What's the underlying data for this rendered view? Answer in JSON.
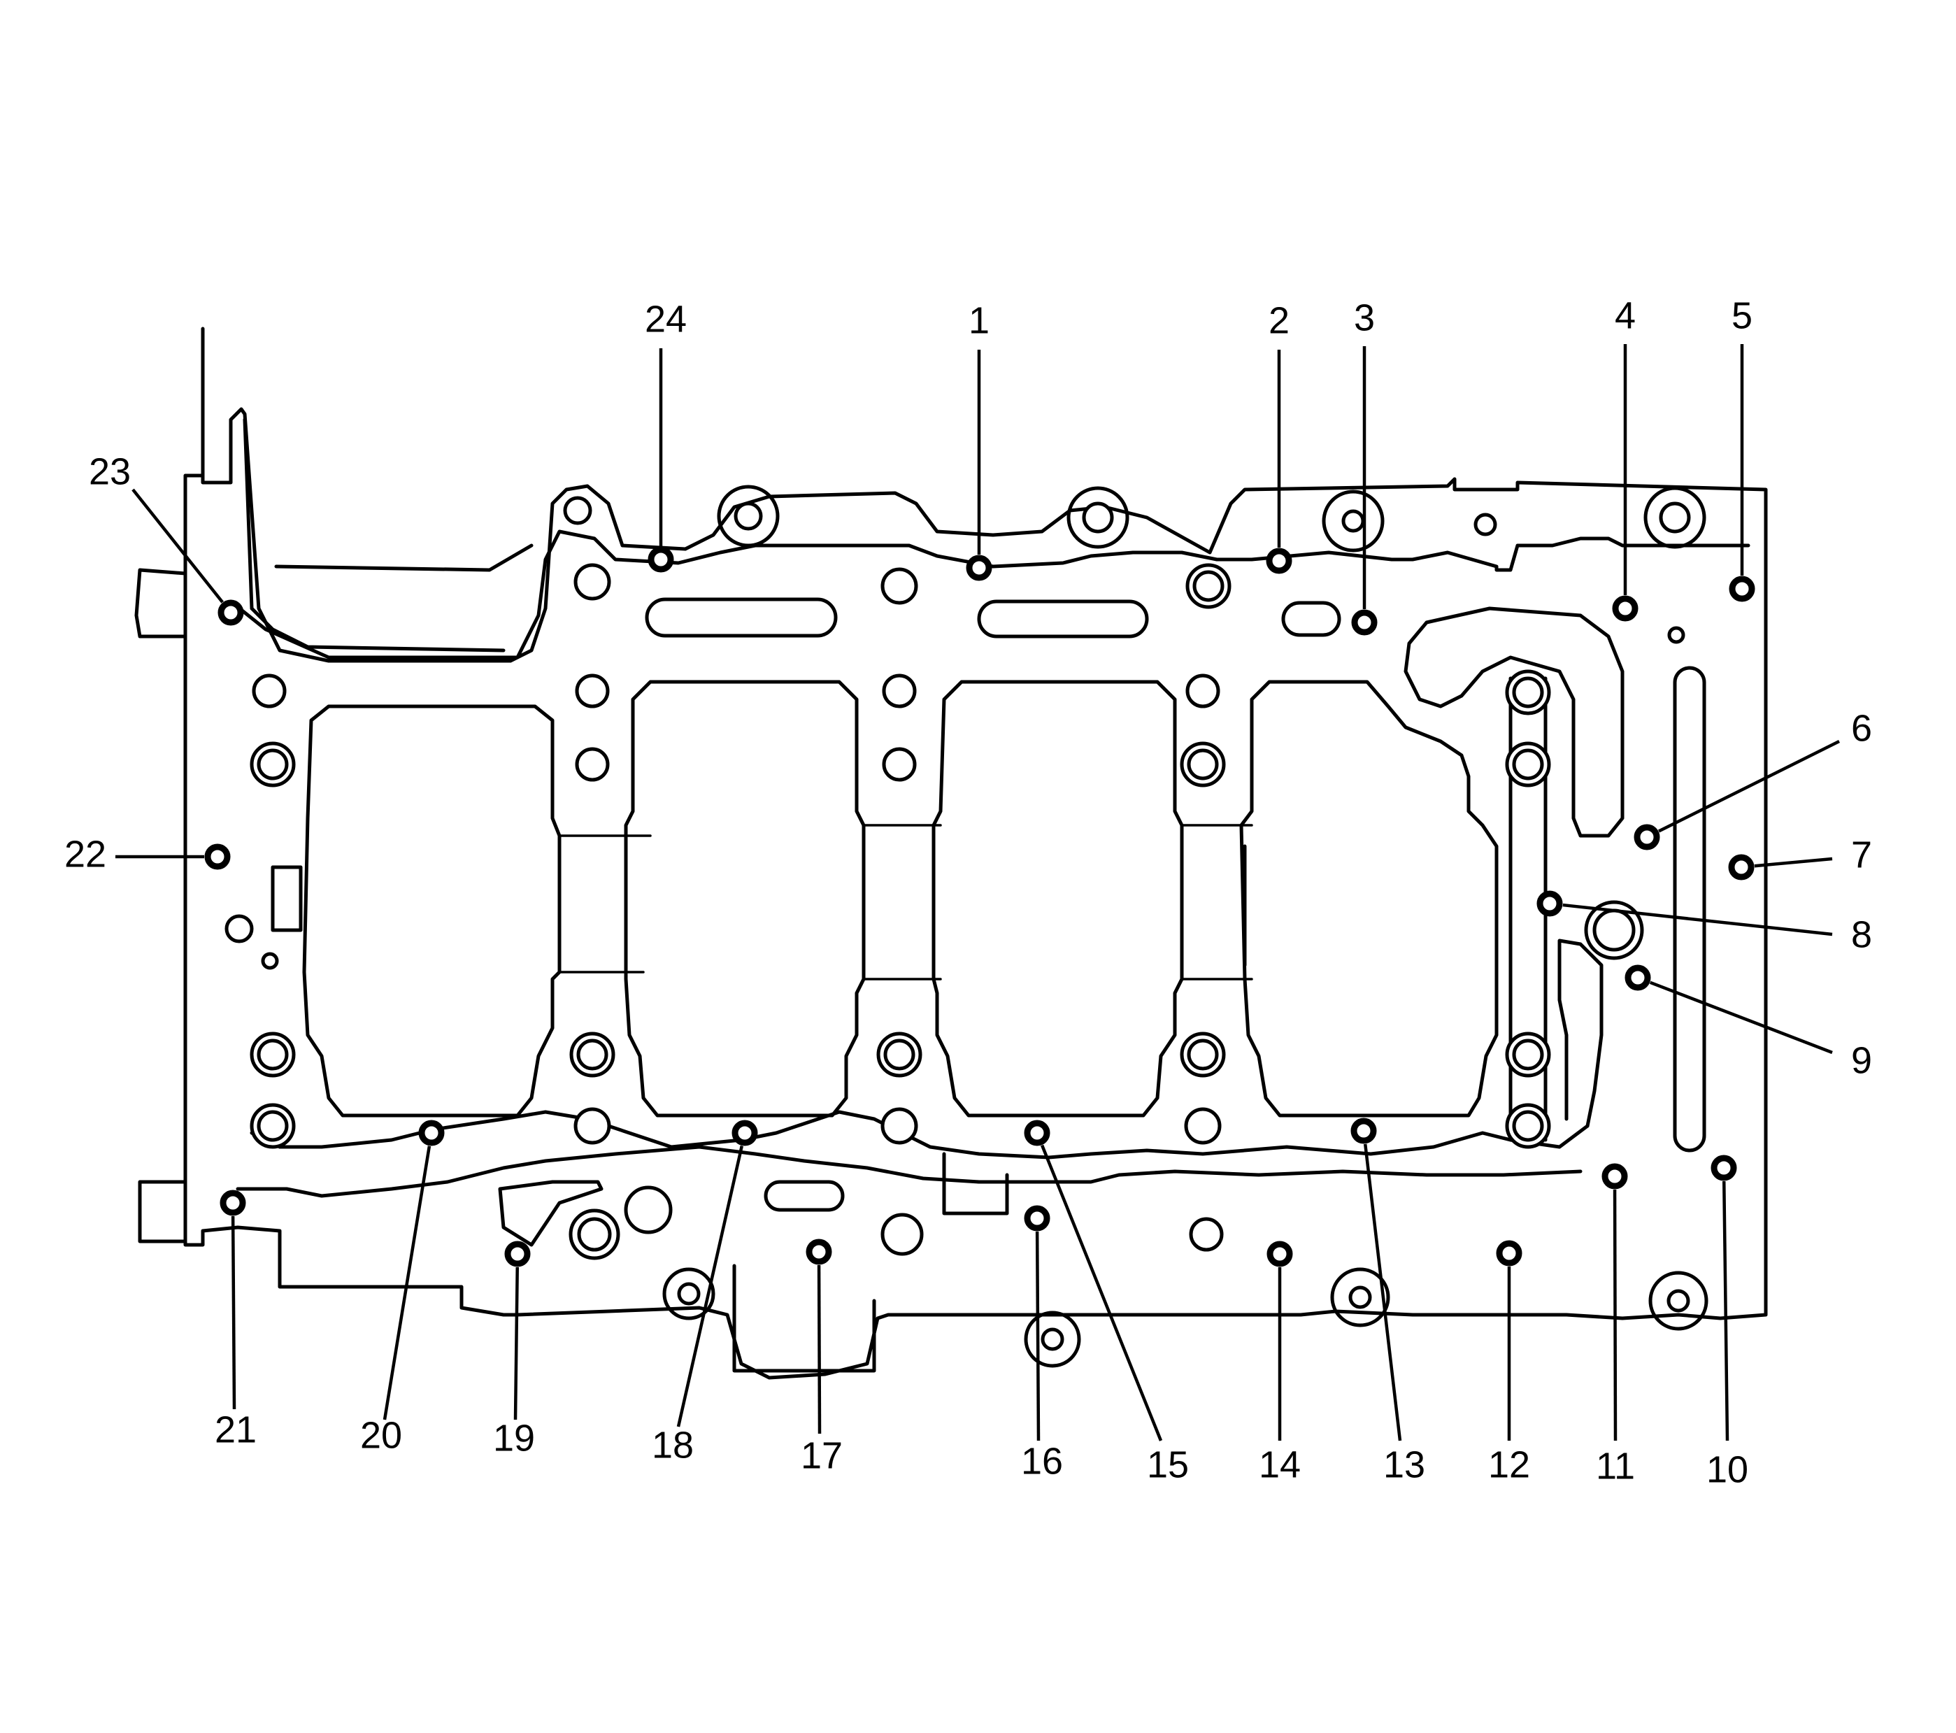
{
  "diagram": {
    "subject": "crankcase lower section bolt tightening sequence",
    "callouts": [
      {
        "id": "1",
        "label": "1"
      },
      {
        "id": "2",
        "label": "2"
      },
      {
        "id": "3",
        "label": "3"
      },
      {
        "id": "4",
        "label": "4"
      },
      {
        "id": "5",
        "label": "5"
      },
      {
        "id": "6",
        "label": "6"
      },
      {
        "id": "7",
        "label": "7"
      },
      {
        "id": "8",
        "label": "8"
      },
      {
        "id": "9",
        "label": "9"
      },
      {
        "id": "10",
        "label": "10"
      },
      {
        "id": "11",
        "label": "11"
      },
      {
        "id": "12",
        "label": "12"
      },
      {
        "id": "13",
        "label": "13"
      },
      {
        "id": "14",
        "label": "14"
      },
      {
        "id": "15",
        "label": "15"
      },
      {
        "id": "16",
        "label": "16"
      },
      {
        "id": "17",
        "label": "17"
      },
      {
        "id": "18",
        "label": "18"
      },
      {
        "id": "19",
        "label": "19"
      },
      {
        "id": "20",
        "label": "20"
      },
      {
        "id": "21",
        "label": "21"
      },
      {
        "id": "22",
        "label": "22"
      },
      {
        "id": "23",
        "label": "23"
      },
      {
        "id": "24",
        "label": "24"
      }
    ]
  }
}
